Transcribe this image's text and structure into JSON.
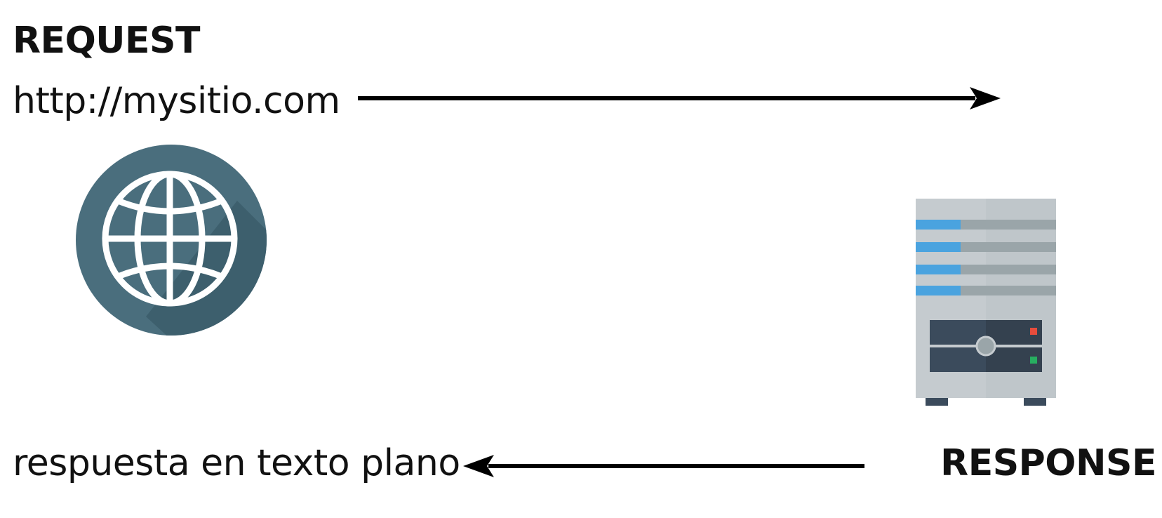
{
  "request": {
    "title": "REQUEST",
    "url": "http://mysitio.com"
  },
  "response": {
    "title": "RESPONSE",
    "body": "respuesta en texto plano"
  },
  "icons": {
    "client": "globe-icon",
    "server": "server-icon"
  },
  "colors": {
    "text": "#111111",
    "arrow": "#000000",
    "globe_bg": "#4a6e7d",
    "globe_shadow": "#3d5f6d",
    "globe_lines": "#ffffff",
    "server_body": "#c5cbcf",
    "server_accent": "#4aa3df",
    "server_panel": "#3b4b5c",
    "led_red": "#e74c3c",
    "led_green": "#27ae60"
  }
}
